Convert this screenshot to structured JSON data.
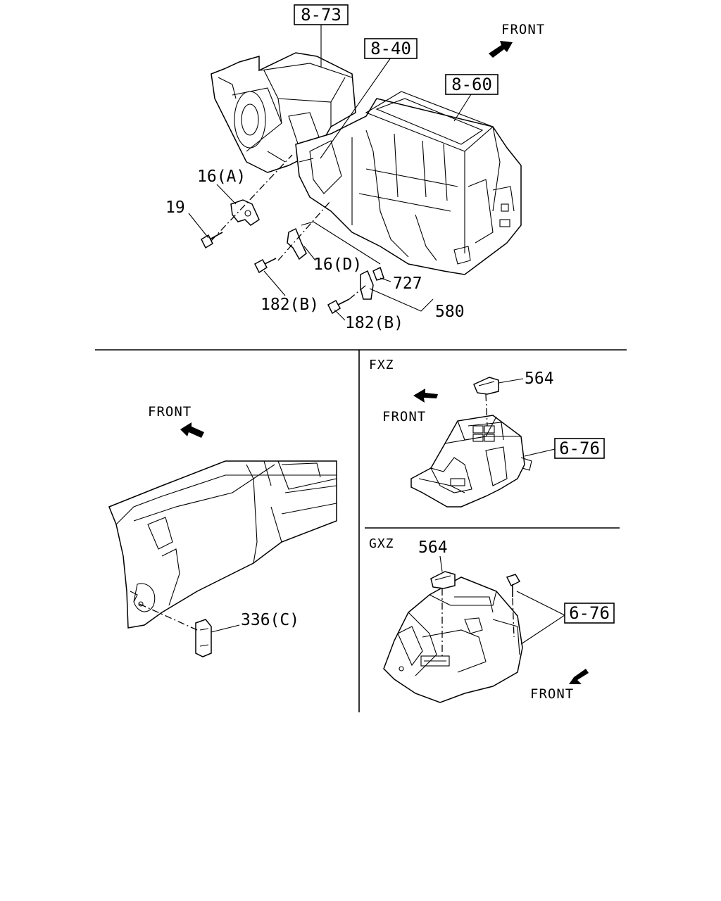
{
  "refs": {
    "ref_8_73": "8-73",
    "ref_8_40": "8-40",
    "ref_8_60": "8-60",
    "ref_6_76_fxz": "6-76",
    "ref_6_76_gxz": "6-76"
  },
  "labels": {
    "p16a": "16(A)",
    "p19": "19",
    "p16d": "16(D)",
    "p182b_1": "182(B)",
    "p182b_2": "182(B)",
    "p727": "727",
    "p580": "580",
    "p336c": "336(C)",
    "p564_fxz": "564",
    "p564_gxz": "564"
  },
  "front_labels": {
    "top": "FRONT",
    "left_panel": "FRONT",
    "fxz": "FRONT",
    "gxz": "FRONT"
  },
  "sections": {
    "fxz": "FXZ",
    "gxz": "GXZ"
  }
}
